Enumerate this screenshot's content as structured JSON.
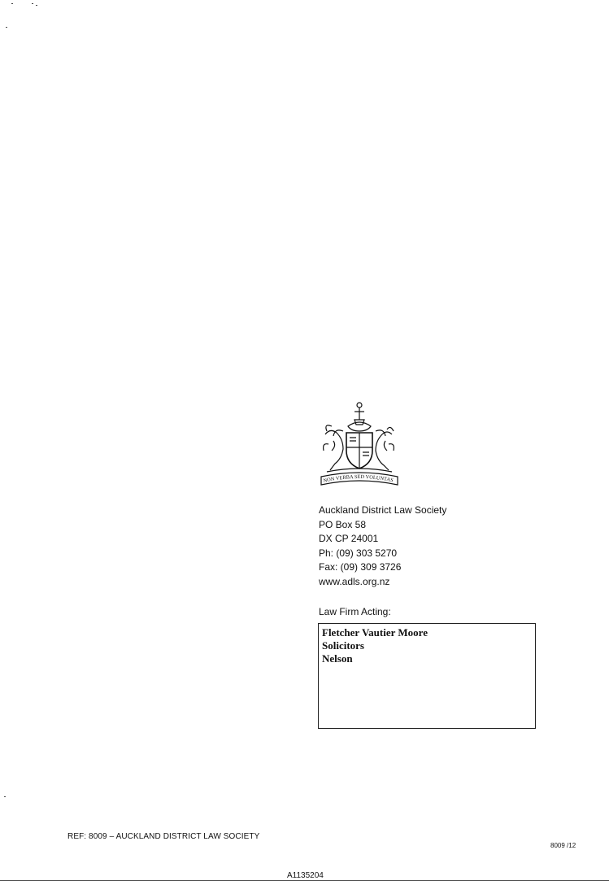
{
  "society": {
    "crest_motto": "NON VERBA SED VOLUNTAS",
    "address_lines": [
      "Auckland District Law Society",
      "PO Box 58",
      "DX CP 24001",
      "Ph: (09) 303 5270",
      "Fax: (09) 309 3726",
      "www.adls.org.nz"
    ]
  },
  "law_firm": {
    "label": "Law Firm Acting:",
    "lines": [
      "Fletcher Vautier Moore",
      "Solicitors",
      "Nelson"
    ]
  },
  "footer": {
    "ref": "REF: 8009 – AUCKLAND DISTRICT LAW SOCIETY",
    "page_code": "8009 /12",
    "document_code": "A1135204"
  }
}
